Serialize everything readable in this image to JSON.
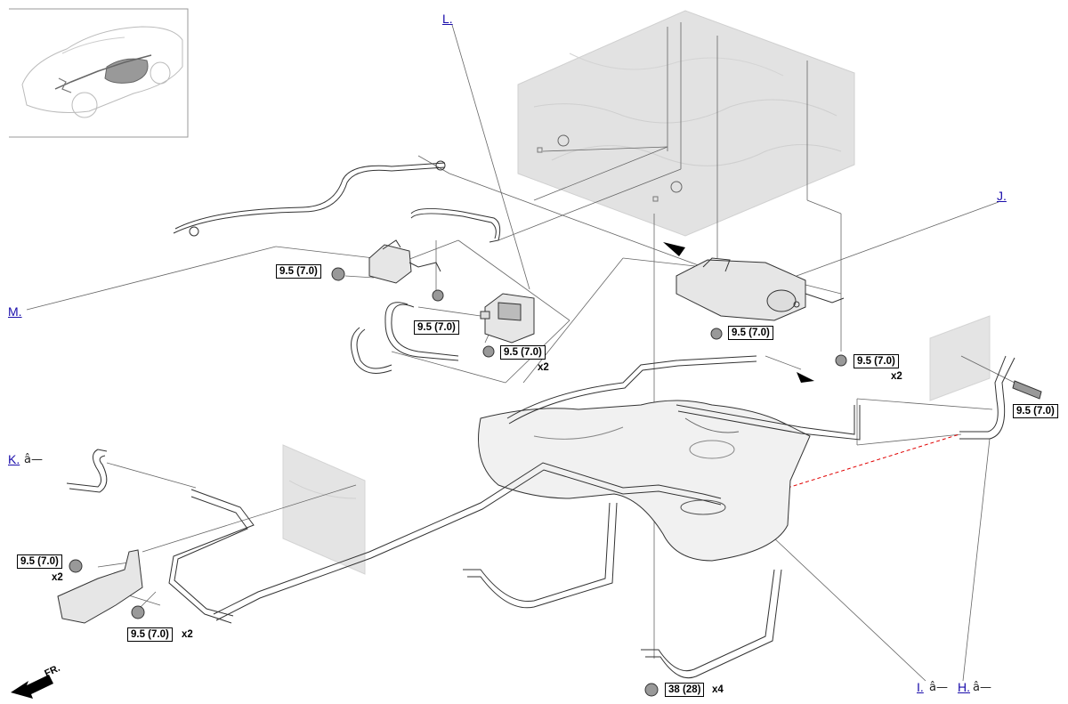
{
  "callouts": {
    "L": "L.",
    "J": "J.",
    "M": "M.",
    "K": "K.",
    "I": "I.",
    "H": "H."
  },
  "symbols": {
    "k_suffix": "â—",
    "i_suffix": "â—",
    "h_suffix": "â—"
  },
  "torque": {
    "t1": "9.5 (7.0)",
    "t2": "9.5 (7.0)",
    "t3": "9.5 (7.0)",
    "t4": "9.5 (7.0)",
    "t5": "9.5 (7.0)",
    "t6": "9.5 (7.0)",
    "t7": "9.5 (7.0)",
    "t8": "9.5 (7.0)",
    "t9": "38 (28)"
  },
  "multipliers": {
    "m1": "x2",
    "m2": "x2",
    "m3": "x2",
    "m4": "x2",
    "m5": "x4"
  },
  "direction": "FR.",
  "colors": {
    "line": "#555555",
    "part_outline": "#333333",
    "part_fill": "#e6e6e6",
    "body_panel": "#e2e2e2",
    "link": "#1a0dab",
    "guide_red": "#e00000"
  }
}
